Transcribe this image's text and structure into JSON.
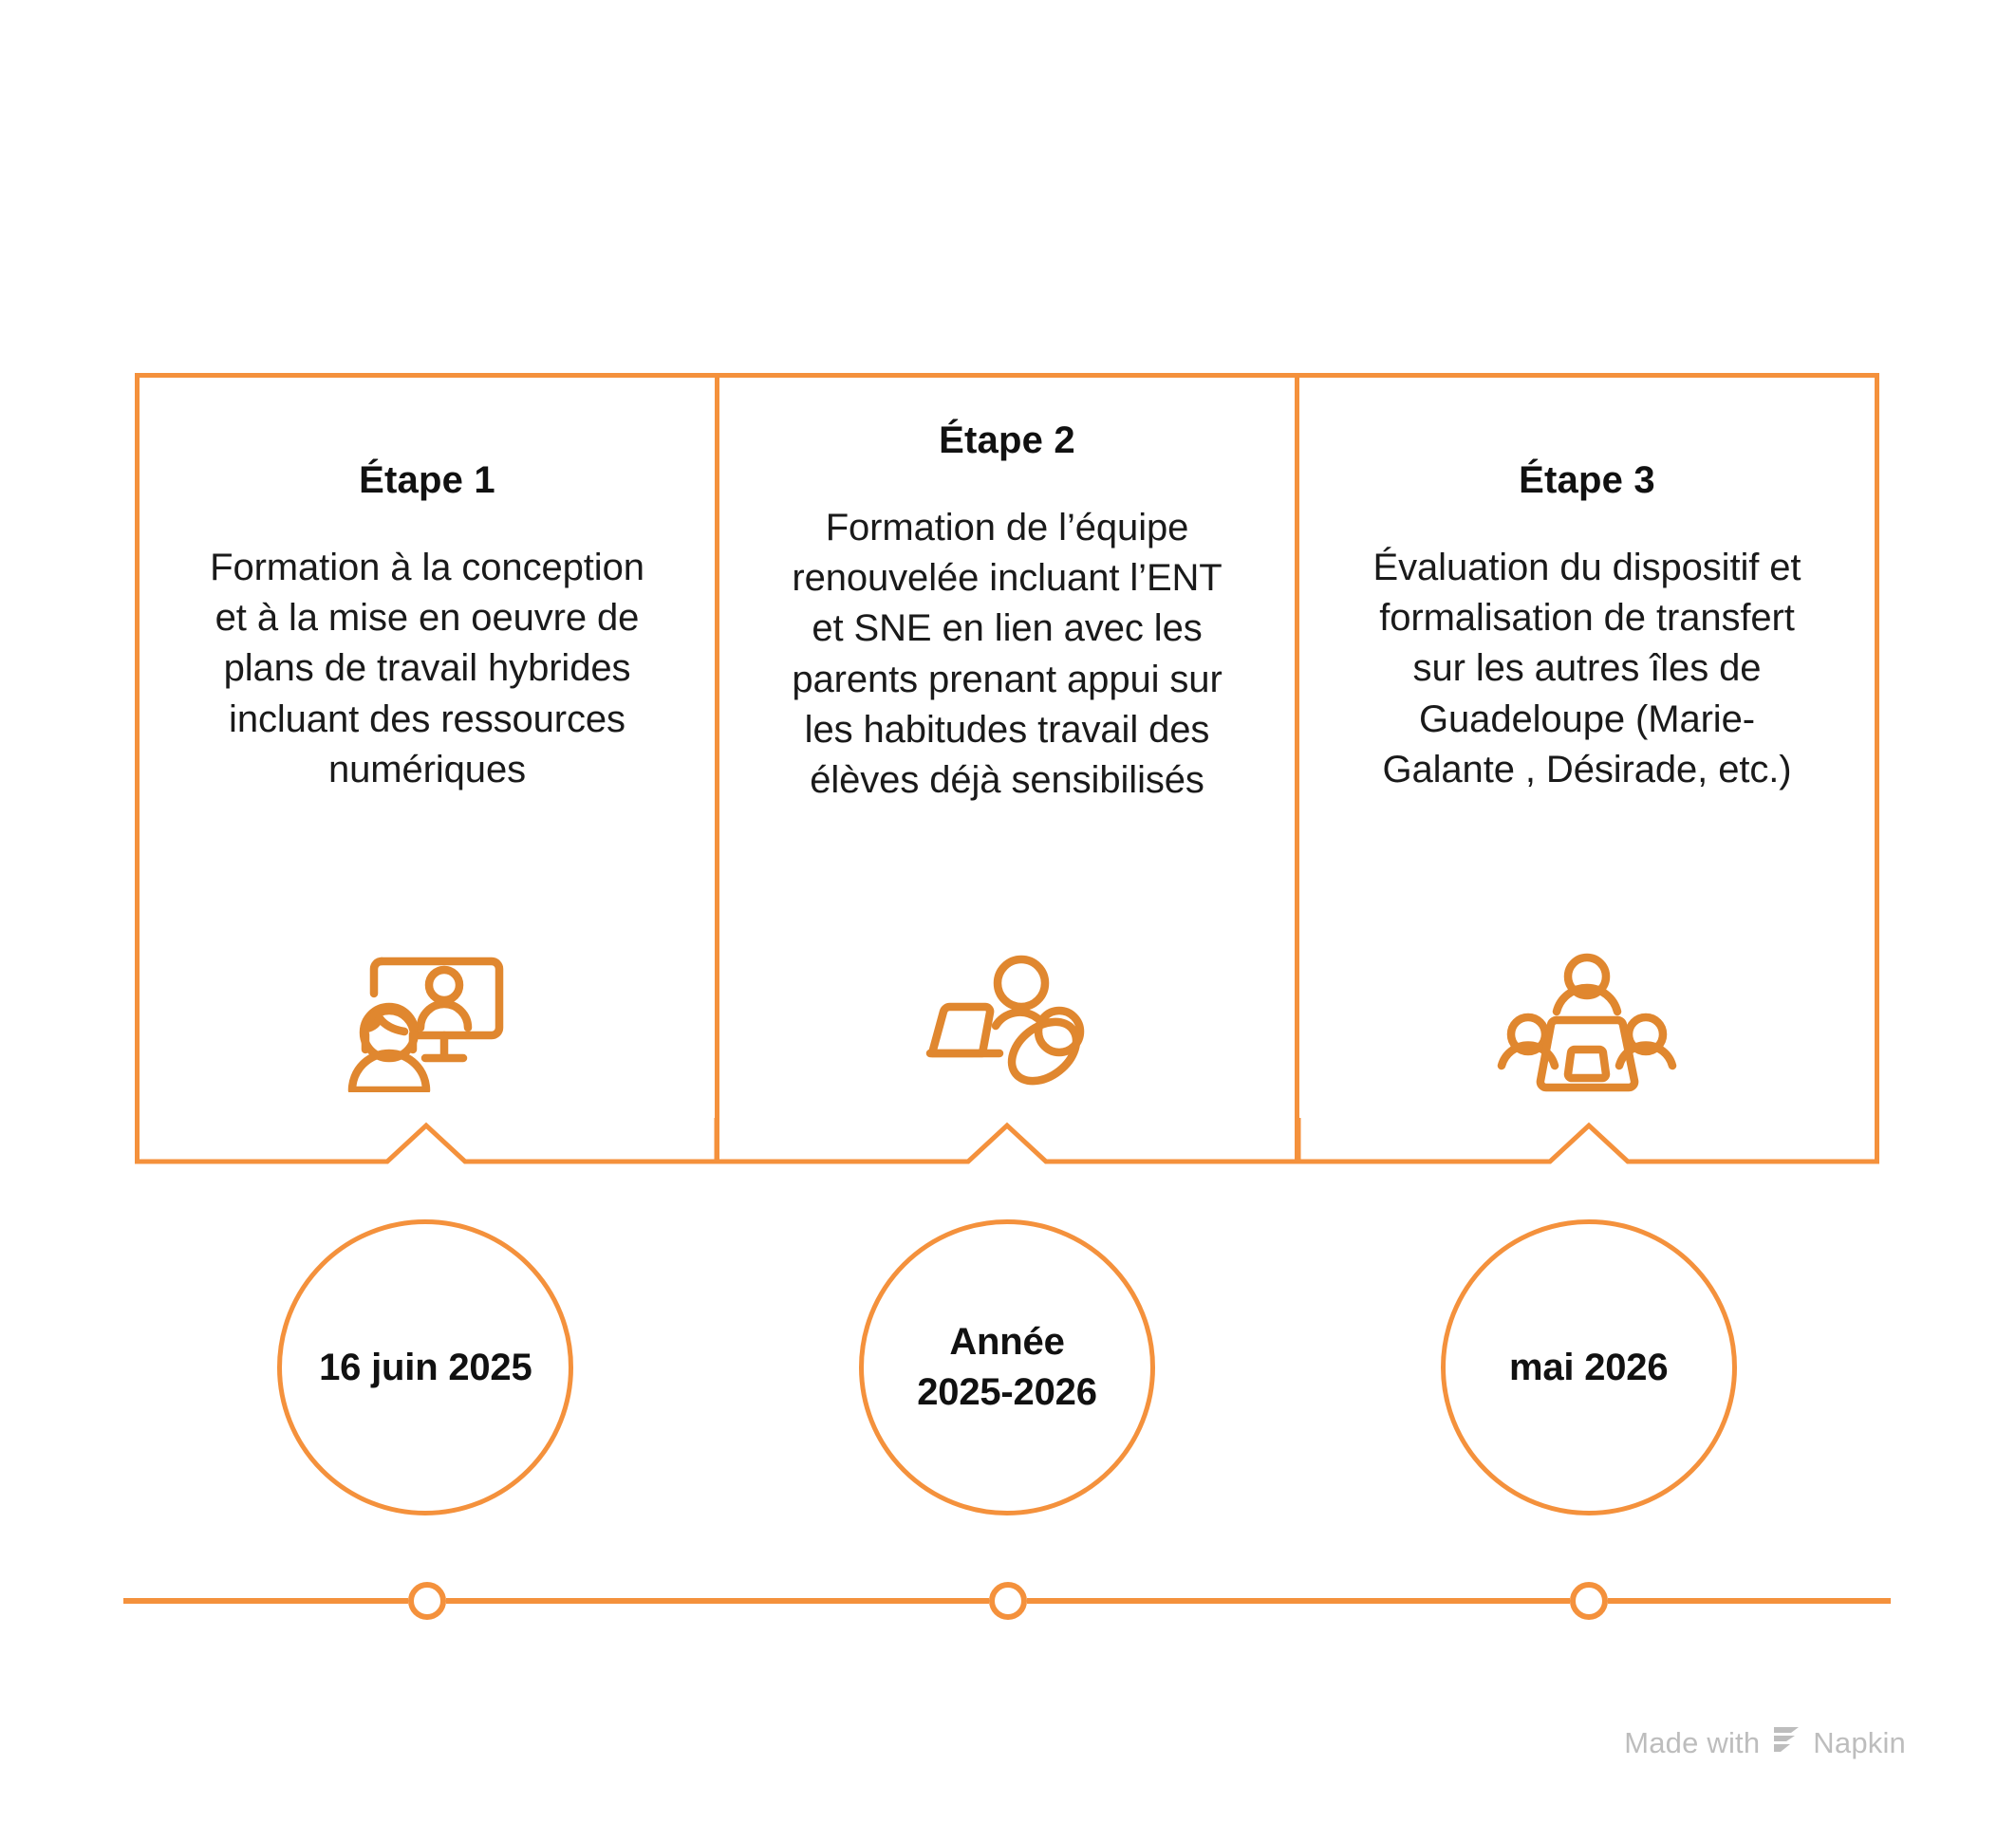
{
  "theme": {
    "accent": "#f4913c",
    "text": "#111111",
    "background": "#ffffff",
    "watermark_color": "#bdbdbd"
  },
  "chart_data": {
    "type": "timeline",
    "title": "",
    "orientation": "horizontal",
    "step_count": 3,
    "steps": [
      {
        "title": "Étape 1",
        "description": "Formation à la conception\net à la mise en oeuvre de\nplans de travail hybrides\nincluant des ressources\nnumériques",
        "icon": "monitor-person-icon",
        "date": "16 juin 2025"
      },
      {
        "title": "Étape 2",
        "description": "Formation de l’équipe\nrenouvelée incluant l’ENT\net SNE en lien avec les\nparents prenant appui sur\nles habitudes travail des\nélèves déjà sensibilisés",
        "icon": "laptop-two-people-icon",
        "date": "Année\n2025-2026"
      },
      {
        "title": "Étape 3",
        "description": "Évaluation du dispositif et\nformalisation de transfert\nsur les autres îles de\nGuadeloupe (Marie-\nGalante , Désirade, etc.)",
        "icon": "meeting-table-icon",
        "date": "mai 2026"
      }
    ],
    "axis": {
      "visible": true,
      "node_count": 3,
      "node_shape": "hollow-circle"
    }
  },
  "steps": [
    {
      "title": "Étape 1",
      "description": "Formation à la conception\net à la mise en oeuvre de\nplans de travail hybrides\nincluant des ressources\nnumériques",
      "icon": "monitor-person-icon",
      "date": "16 juin 2025"
    },
    {
      "title": "Étape 2",
      "description": "Formation de l’équipe\nrenouvelée incluant l’ENT\net SNE en lien avec les\nparents prenant appui sur\nles habitudes travail des\nélèves déjà sensibilisés",
      "icon": "laptop-two-people-icon",
      "date": "Année\n2025-2026"
    },
    {
      "title": "Étape 3",
      "description": "Évaluation du dispositif et\nformalisation de transfert\nsur les autres îles de\nGuadeloupe (Marie-\nGalante , Désirade, etc.)",
      "icon": "meeting-table-icon",
      "date": "mai 2026"
    }
  ],
  "watermark": {
    "prefix": "Made with",
    "brand": "Napkin",
    "logo": "napkin-logo-icon"
  }
}
